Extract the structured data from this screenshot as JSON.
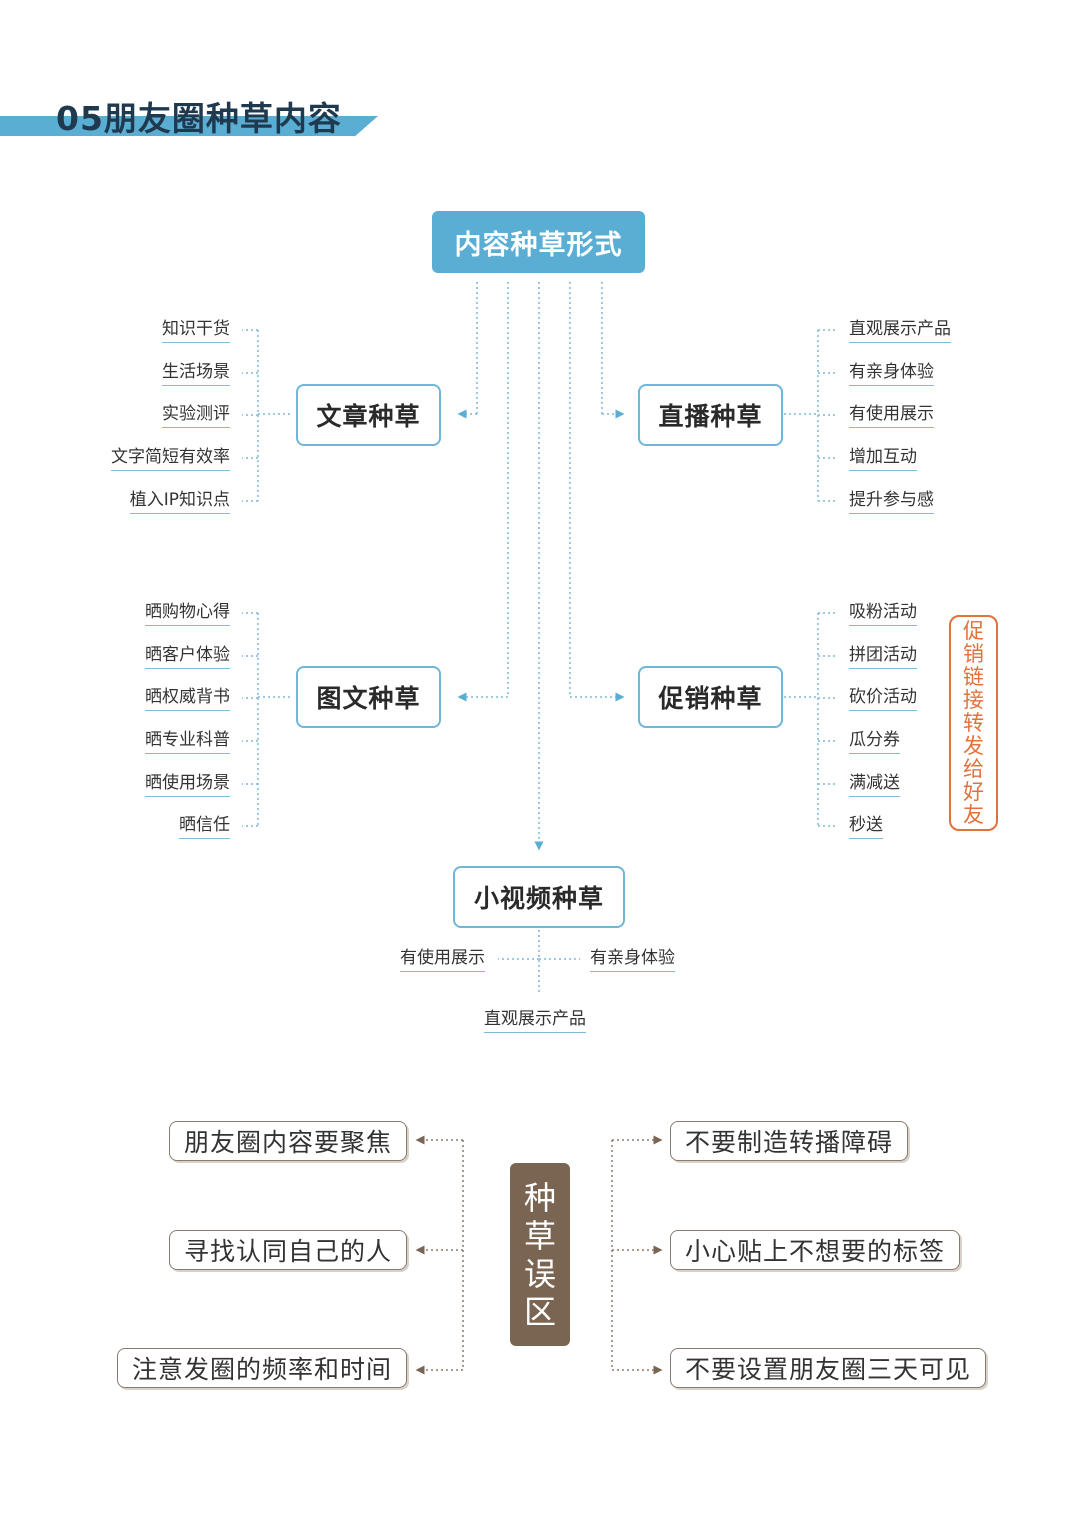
{
  "header": {
    "title": "05朋友圈种草内容"
  },
  "diagram": {
    "root": "内容种草形式",
    "article": {
      "label": "文章种草",
      "items": [
        "知识干货",
        "生活场景",
        "实验测评",
        "文字简短有效率",
        "植入IP知识点"
      ]
    },
    "live": {
      "label": "直播种草",
      "items": [
        "直观展示产品",
        "有亲身体验",
        "有使用展示",
        "增加互动",
        "提升参与感"
      ]
    },
    "image_text": {
      "label": "图文种草",
      "items": [
        "晒购物心得",
        "晒客户体验",
        "晒权威背书",
        "晒专业科普",
        "晒使用场景",
        "晒信任"
      ]
    },
    "promo": {
      "label": "促销种草",
      "items": [
        "吸粉活动",
        "拼团活动",
        "砍价活动",
        "瓜分券",
        "满减送",
        "秒送"
      ],
      "note": "促销链接转发给好友"
    },
    "video": {
      "label": "小视频种草",
      "left": "有使用展示",
      "right": "有亲身体验",
      "bottom": "直观展示产品"
    }
  },
  "pitfalls": {
    "center": "种草误区",
    "left": [
      "朋友圈内容要聚焦",
      "寻找认同自己的人",
      "注意发圈的频率和时间"
    ],
    "right": [
      "不要制造转播障碍",
      "小心贴上不想要的标签",
      "不要设置朋友圈三天可见"
    ]
  },
  "colors": {
    "accent": "#5aaed3",
    "promo": "#e0733d",
    "pill": "#7a6553"
  }
}
